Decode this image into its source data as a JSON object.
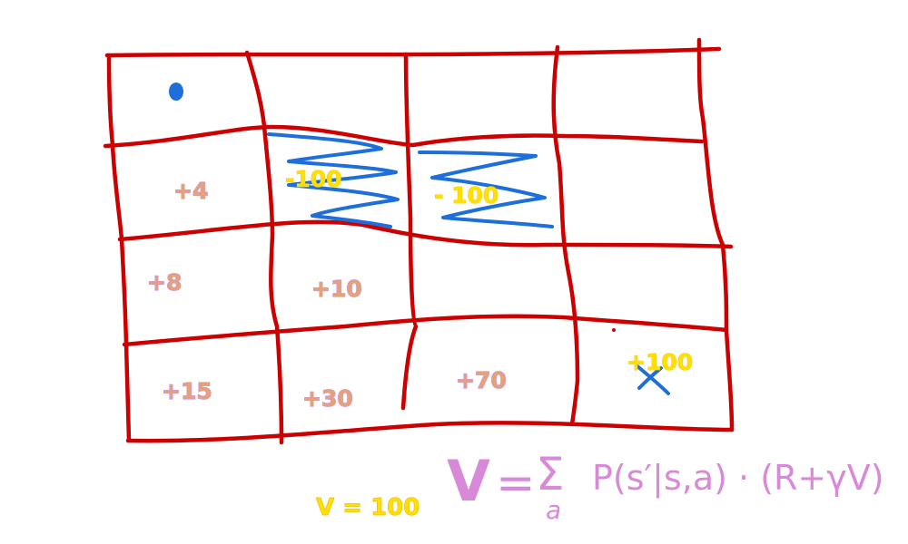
{
  "grid": {
    "rows": 4,
    "cols": 4,
    "line_color": "#cc0000",
    "cells": [
      {
        "row": 0,
        "col": 0,
        "label": "",
        "marker": "start-dot"
      },
      {
        "row": 1,
        "col": 0,
        "label": "+4"
      },
      {
        "row": 1,
        "col": 1,
        "label": "-100",
        "kind": "neg",
        "hatched": true
      },
      {
        "row": 1,
        "col": 2,
        "label": "- 100",
        "kind": "neg",
        "hatched": true
      },
      {
        "row": 2,
        "col": 0,
        "label": "+8"
      },
      {
        "row": 2,
        "col": 1,
        "label": "+10"
      },
      {
        "row": 3,
        "col": 0,
        "label": "+15"
      },
      {
        "row": 3,
        "col": 1,
        "label": "+30"
      },
      {
        "row": 3,
        "col": 2,
        "label": "+70"
      },
      {
        "row": 3,
        "col": 3,
        "label": "+100",
        "kind": "goal",
        "marker": "x-mark"
      }
    ]
  },
  "annotations": {
    "value_note": "V = 100",
    "formula": {
      "lhs": "V",
      "equals": "=",
      "sigma": "Σ",
      "sigma_sub": "a",
      "body": "P(s′|s,a) · (R+γV)"
    }
  },
  "colors": {
    "grid": "#cc0000",
    "marker": "#1e6fd9",
    "label": "#e8a07a",
    "highlight": "#ffe000",
    "formula": "#d88ad8"
  }
}
